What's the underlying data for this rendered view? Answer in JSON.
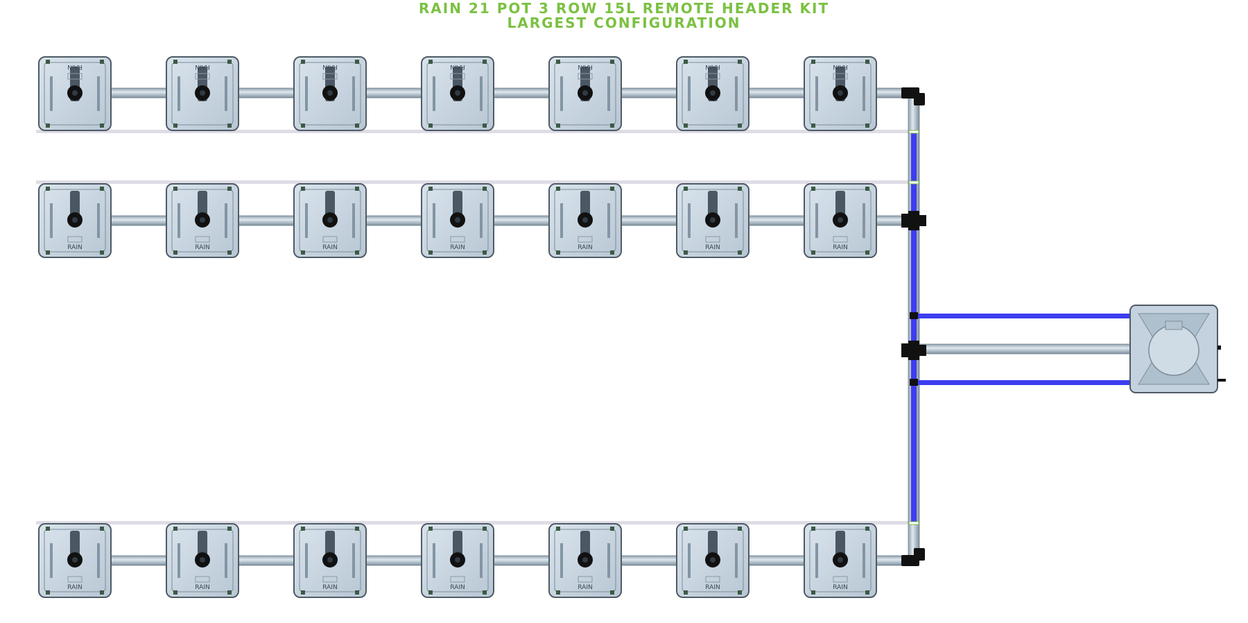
{
  "title": {
    "line1": "RAIN 21 POT 3 ROW 15L REMOTE HEADER KIT",
    "line2": "LARGEST CONFIGURATION"
  },
  "pot_label": "RAIN",
  "rows": [
    {
      "name": "row-1",
      "pots": 7,
      "orientation": "flipped"
    },
    {
      "name": "row-2",
      "pots": 7,
      "orientation": "normal"
    },
    {
      "name": "row-3",
      "pots": 7,
      "orientation": "normal"
    }
  ],
  "colors": {
    "title": "#7bc142",
    "pot_fill": "#c9d6e1",
    "pot_stroke": "#4f5b66",
    "pipe_grey": "#aebdca",
    "pipe_blue": "#3d3df0",
    "fitting": "#111111",
    "drain_line": "#dedde6"
  },
  "icons": [
    "pot-icon",
    "reservoir-icon",
    "elbow-fitting-icon",
    "tee-fitting-icon"
  ]
}
